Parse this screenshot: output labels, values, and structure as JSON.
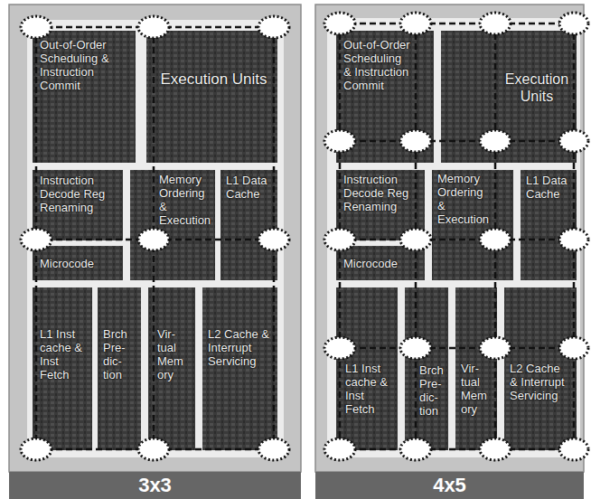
{
  "diagram": {
    "nodes": [
      {
        "text": [
          "3x3"
        ]
      },
      {
        "text": [
          "Out-of-Order Scheduling & Instruction Commit"
        ],
        "in": 0
      },
      {
        "text": [
          "Execution Units"
        ],
        "in": 0
      },
      {
        "text": [
          "Instruction Decode Reg Renaming"
        ],
        "in": 0
      },
      {
        "text": [
          "Memory Ordering & Execution"
        ],
        "in": 0
      },
      {
        "text": [
          "L1 Data Cache"
        ],
        "in": 0
      },
      {
        "text": [
          "Microcode"
        ],
        "in": 0
      },
      {
        "text": [
          "L1 Inst cache & Inst Fetch"
        ],
        "in": 0
      },
      {
        "text": [
          "Brch Pre- dic- tion"
        ],
        "in": 0
      },
      {
        "text": [
          "Vir- tual Mem ory"
        ],
        "in": 0
      },
      {
        "text": [
          "L2 Cache & Interrupt Servicing"
        ],
        "in": 0
      },
      {
        "text": [
          "4x5"
        ]
      },
      {
        "text": [
          "Out-of-Order Scheduling & Instruction Commit"
        ],
        "in": 11
      },
      {
        "text": [
          "Execution Units"
        ],
        "in": 11
      },
      {
        "text": [
          "Instruction Decode Reg Renaming"
        ],
        "in": 11
      },
      {
        "text": [
          "Memory Ordering & Execution"
        ],
        "in": 11
      },
      {
        "text": [
          "L1 Data Cache"
        ],
        "in": 11
      },
      {
        "text": [
          "Microcode"
        ],
        "in": 11
      },
      {
        "text": [
          "L1 Inst cache & Inst Fetch"
        ],
        "in": 11
      },
      {
        "text": [
          "Brch Pre- dic- tion"
        ],
        "in": 11
      },
      {
        "text": [
          "Vir- tual Mem ory"
        ],
        "in": 11
      },
      {
        "text": [
          "L2 Cache & Interrupt Servicing"
        ],
        "in": 11
      }
    ]
  }
}
